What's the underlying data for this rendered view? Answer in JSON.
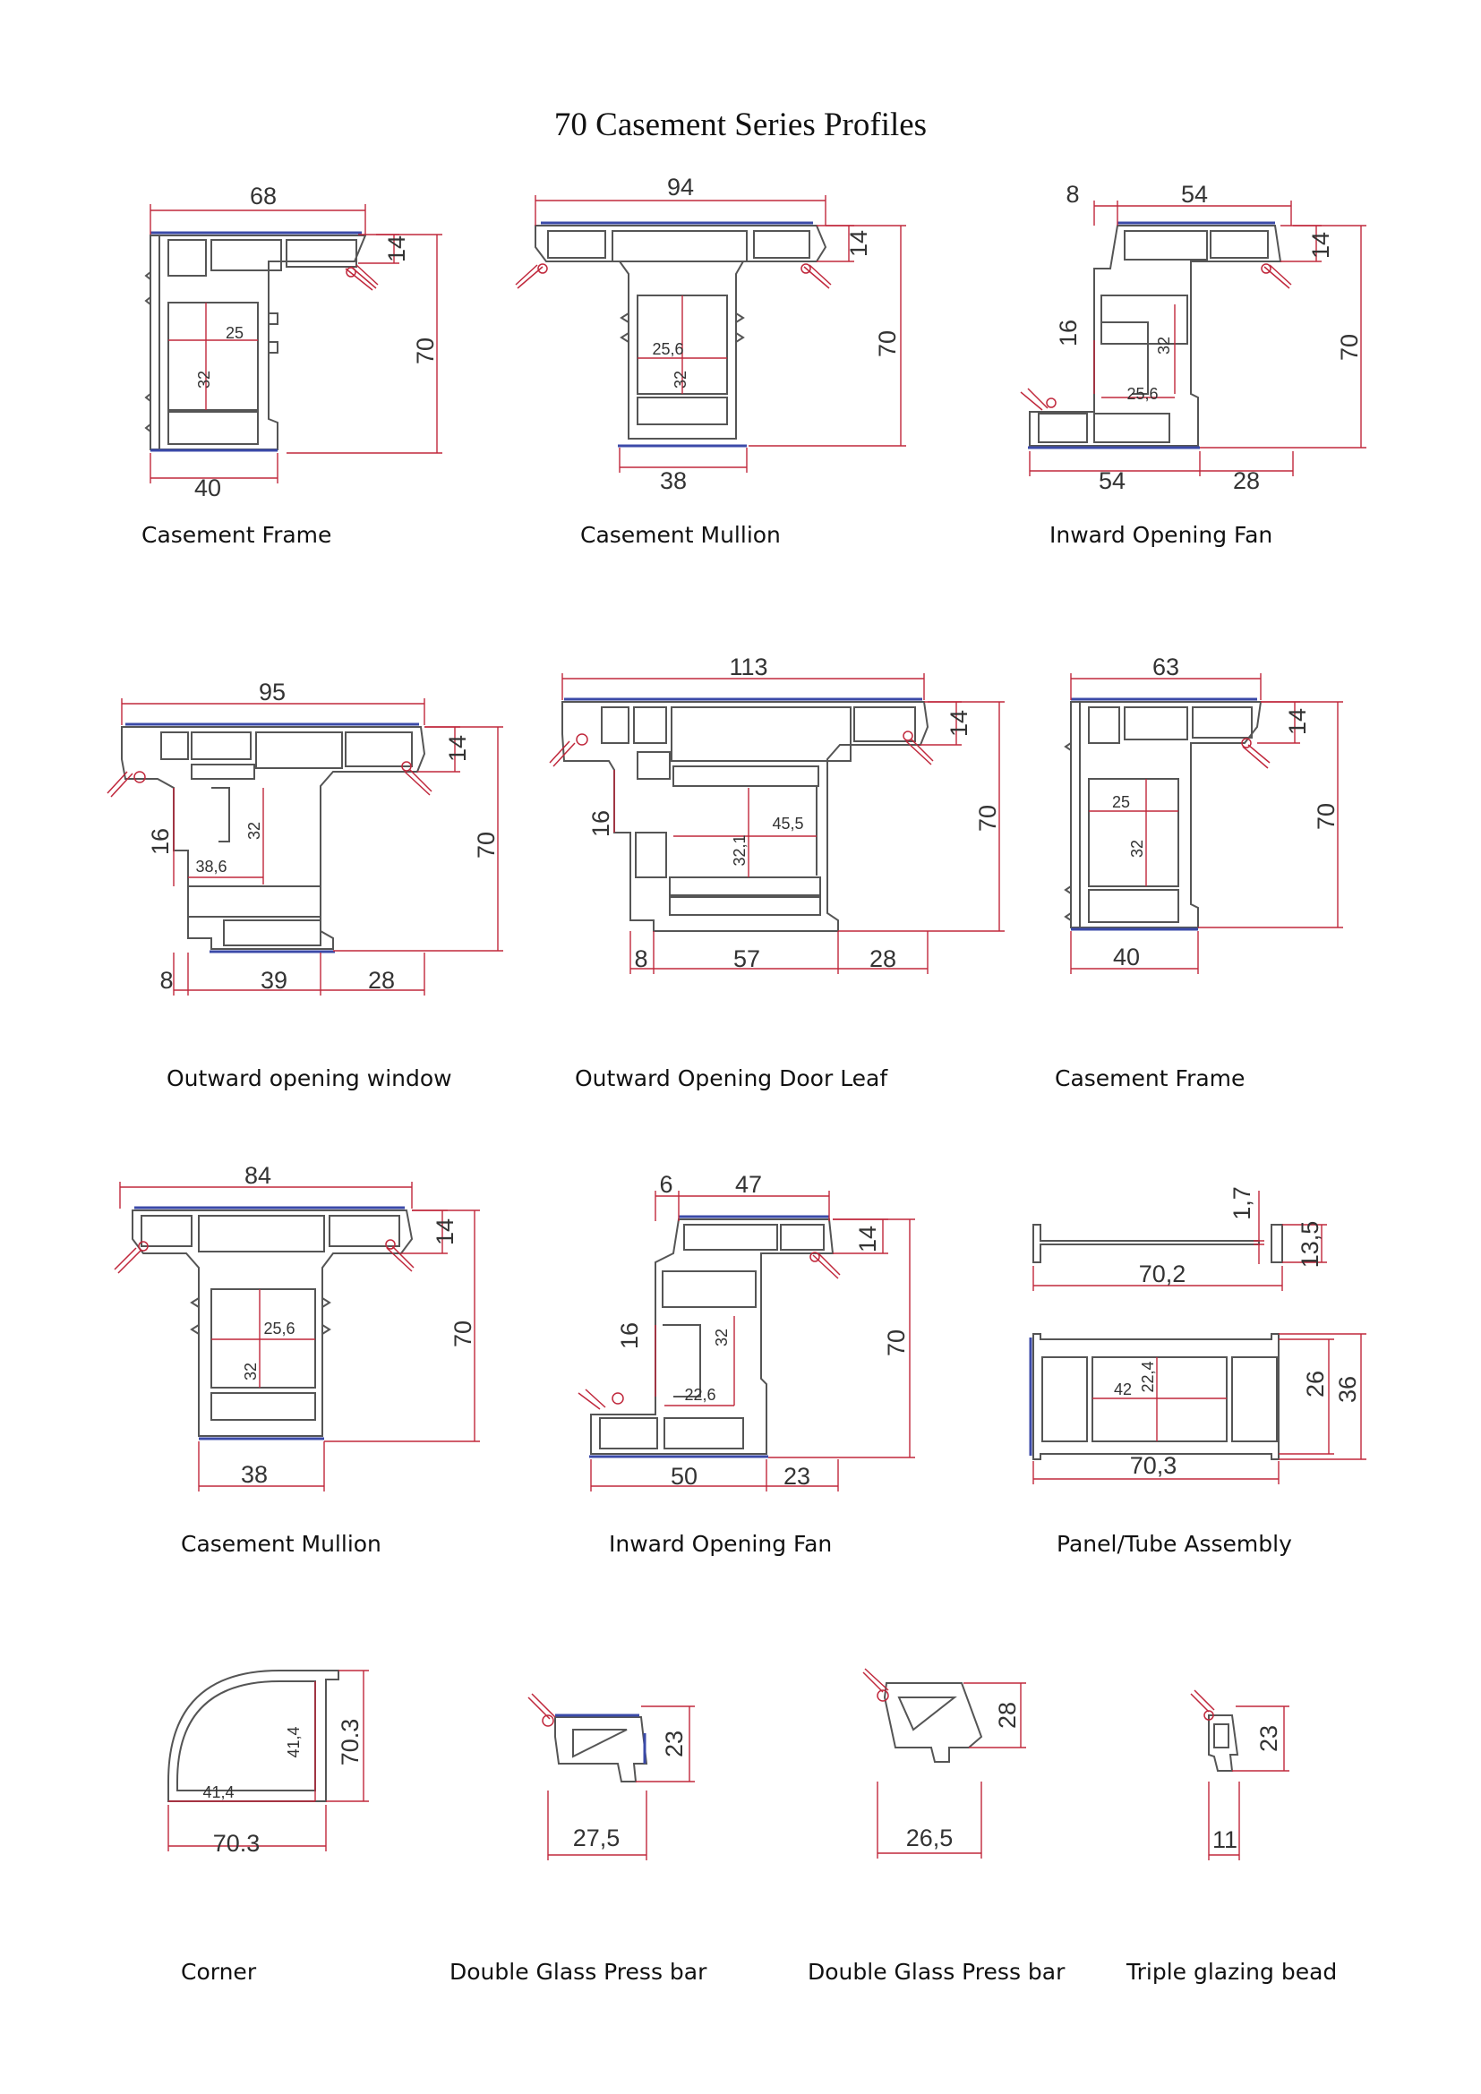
{
  "title": "70 Casement Series Profiles",
  "profiles": [
    {
      "name": "Casement Frame",
      "dims": [
        "68",
        "14",
        "70",
        "25",
        "32",
        "40"
      ]
    },
    {
      "name": "Casement Mullion",
      "dims": [
        "94",
        "14",
        "70",
        "25,6",
        "32",
        "38"
      ]
    },
    {
      "name": "Inward Opening Fan",
      "dims": [
        "8",
        "54",
        "14",
        "70",
        "16",
        "32",
        "25,6",
        "54",
        "28"
      ]
    },
    {
      "name": "Outward opening window",
      "dims": [
        "95",
        "14",
        "70",
        "16",
        "32",
        "38,6",
        "8",
        "39",
        "28"
      ]
    },
    {
      "name": "Outward Opening Door Leaf",
      "dims": [
        "113",
        "14",
        "70",
        "16",
        "45,5",
        "32,1",
        "8",
        "57",
        "28"
      ]
    },
    {
      "name": "Casement Frame",
      "dims": [
        "63",
        "14",
        "70",
        "25",
        "32",
        "40"
      ]
    },
    {
      "name": "Casement Mullion",
      "dims": [
        "84",
        "14",
        "70",
        "25,6",
        "32",
        "38"
      ]
    },
    {
      "name": "Inward Opening Fan",
      "dims": [
        "6",
        "47",
        "14",
        "70",
        "16",
        "32",
        "22,6",
        "50",
        "23"
      ]
    },
    {
      "name": "Panel/Tube Assembly",
      "dims": [
        "1,7",
        "13,5",
        "70,2",
        "22,4",
        "42",
        "26",
        "36",
        "70,3"
      ]
    },
    {
      "name": "Corner",
      "dims": [
        "41,4",
        "70.3",
        "41,4",
        "70.3"
      ]
    },
    {
      "name": "Double Glass Press bar",
      "dims": [
        "23",
        "27,5"
      ]
    },
    {
      "name": "Double Glass Press bar",
      "dims": [
        "28",
        "26,5"
      ]
    },
    {
      "name": "Triple glazing bead",
      "dims": [
        "23",
        "11"
      ]
    }
  ],
  "colors": {
    "profile": "#555555",
    "dimension": "#c0283c",
    "seal": "#3b4aa8"
  }
}
